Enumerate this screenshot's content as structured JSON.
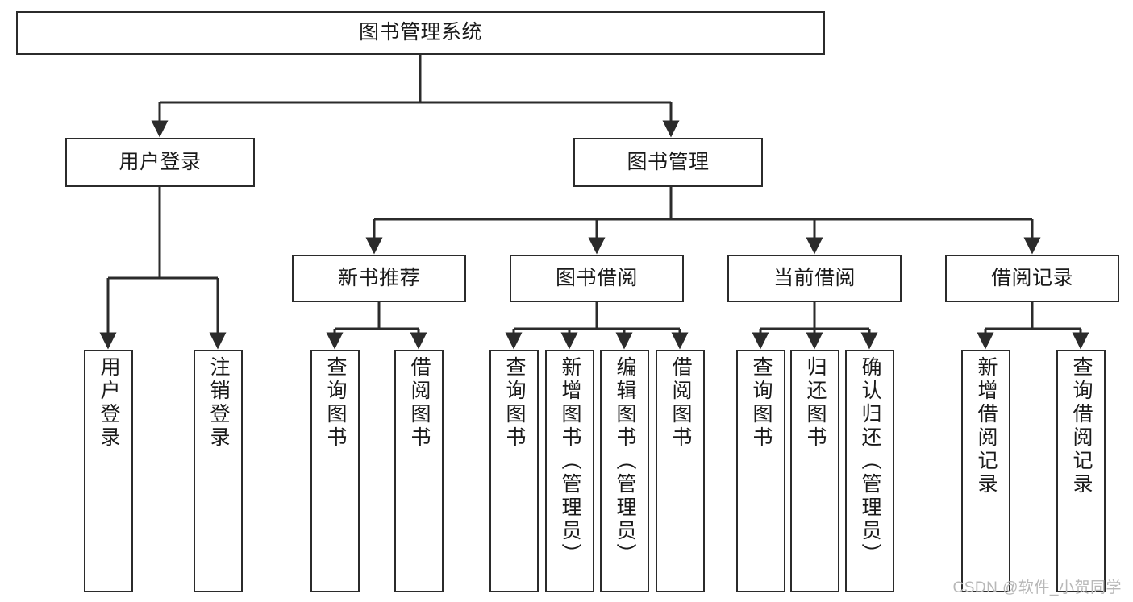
{
  "diagram": {
    "title": "图书管理系统",
    "type": "tree-hierarchy-chart",
    "colors": {
      "box_border": "#2b2b2b",
      "box_fill": "#ffffff",
      "edge": "#2b2b2b",
      "text": "#1a1a1a",
      "watermark": "#b8b8b8",
      "background": "#ffffff"
    },
    "root": {
      "label": "图书管理系统"
    },
    "level2": [
      {
        "id": "user-login",
        "label": "用户登录"
      },
      {
        "id": "book-manage",
        "label": "图书管理"
      }
    ],
    "level3": [
      {
        "id": "new-book-rec",
        "label": "新书推荐"
      },
      {
        "id": "book-borrow",
        "label": "图书借阅"
      },
      {
        "id": "current-borrow",
        "label": "当前借阅"
      },
      {
        "id": "borrow-record",
        "label": "借阅记录"
      }
    ],
    "leaves": [
      {
        "id": "leaf-user-login",
        "parent": "user-login",
        "label": "用户登录"
      },
      {
        "id": "leaf-logout",
        "parent": "user-login",
        "label": "注销登录"
      },
      {
        "id": "leaf-query-book-1",
        "parent": "new-book-rec",
        "label": "查询图书"
      },
      {
        "id": "leaf-borrow-book-1",
        "parent": "new-book-rec",
        "label": "借阅图书"
      },
      {
        "id": "leaf-query-book-2",
        "parent": "book-borrow",
        "label": "查询图书"
      },
      {
        "id": "leaf-add-book",
        "parent": "book-borrow",
        "label": "新增图书（管理员）"
      },
      {
        "id": "leaf-edit-book",
        "parent": "book-borrow",
        "label": "编辑图书（管理员）"
      },
      {
        "id": "leaf-borrow-book-2",
        "parent": "book-borrow",
        "label": "借阅图书"
      },
      {
        "id": "leaf-query-book-3",
        "parent": "current-borrow",
        "label": "查询图书"
      },
      {
        "id": "leaf-return-book",
        "parent": "current-borrow",
        "label": "归还图书"
      },
      {
        "id": "leaf-confirm-return",
        "parent": "current-borrow",
        "label": "确认归还（管理员）"
      },
      {
        "id": "leaf-add-record",
        "parent": "borrow-record",
        "label": "新增借阅记录"
      },
      {
        "id": "leaf-query-record",
        "parent": "borrow-record",
        "label": "查询借阅记录"
      }
    ]
  },
  "watermark": {
    "text": "CSDN @软件_小贺同学"
  }
}
